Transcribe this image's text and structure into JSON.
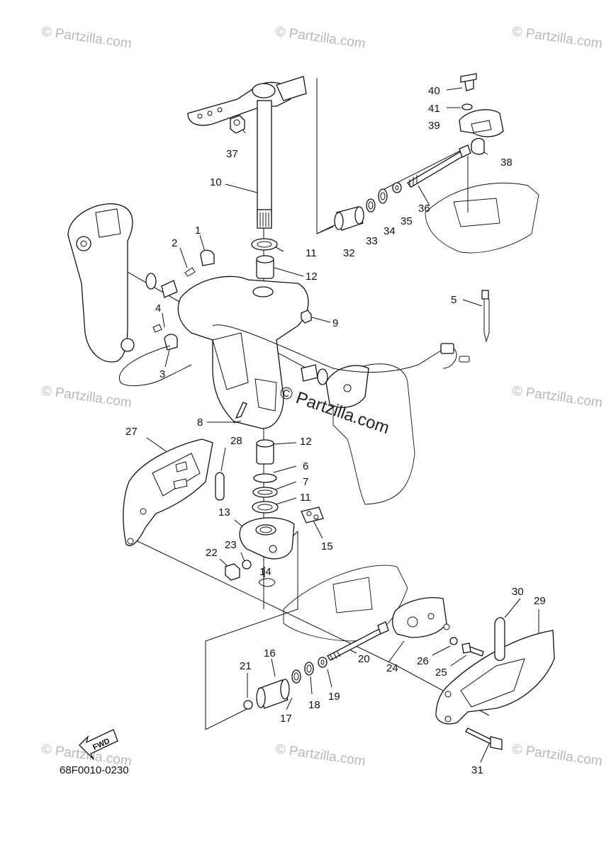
{
  "diagram": {
    "drawing_code": "68F0010-0230",
    "fwd_label": "FWD",
    "watermark": "© Partzilla.com",
    "center_watermark": "© Partzilla.com",
    "parts": {
      "p1": "1",
      "p2": "2",
      "p3": "3",
      "p4": "4",
      "p5": "5",
      "p6": "6",
      "p7": "7",
      "p8": "8",
      "p9": "9",
      "p10": "10",
      "p11a": "11",
      "p11b": "11",
      "p12a": "12",
      "p12b": "12",
      "p13": "13",
      "p14": "14",
      "p15": "15",
      "p16": "16",
      "p17": "17",
      "p18": "18",
      "p19": "19",
      "p20": "20",
      "p21": "21",
      "p22": "22",
      "p23": "23",
      "p24": "24",
      "p25": "25",
      "p26": "26",
      "p27": "27",
      "p28": "28",
      "p29": "29",
      "p30": "30",
      "p31": "31",
      "p32": "32",
      "p33": "33",
      "p34": "34",
      "p35": "35",
      "p36": "36",
      "p37": "37",
      "p38": "38",
      "p39": "39",
      "p40": "40",
      "p41": "41"
    }
  }
}
